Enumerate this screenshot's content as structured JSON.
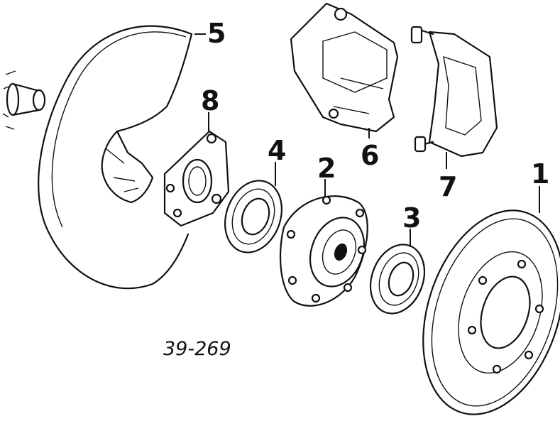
{
  "callouts": {
    "c1": "1",
    "c2": "2",
    "c3": "3",
    "c4": "4",
    "c5": "5",
    "c6": "6",
    "c7": "7",
    "c8": "8"
  },
  "diagram_ref": "39-269"
}
